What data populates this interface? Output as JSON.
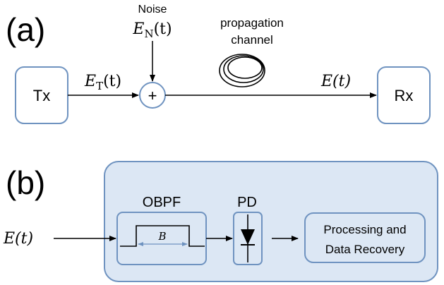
{
  "panel_a": {
    "label": "(a)",
    "tx": "Tx",
    "rx": "Rx",
    "adder": "+",
    "noise_label": "Noise",
    "noise_symbol": "E",
    "noise_sub": "N",
    "noise_arg": "(t)",
    "et_symbol": "E",
    "et_sub": "T",
    "et_arg": "(t)",
    "channel_line1": "propagation",
    "channel_line2": "channel",
    "output_signal": "E(t)"
  },
  "panel_b": {
    "label": "(b)",
    "input_signal": "E(t)",
    "obpf": "OBPF",
    "bandwidth": "B",
    "pd": "PD",
    "processing_line1": "Processing and",
    "processing_line2": "Data Recovery"
  },
  "colors": {
    "box_stroke": "#6f93c0",
    "receiver_fill": "#dce7f4",
    "arrow": "#000000",
    "bandwidth_arrow": "#6f93c0"
  }
}
